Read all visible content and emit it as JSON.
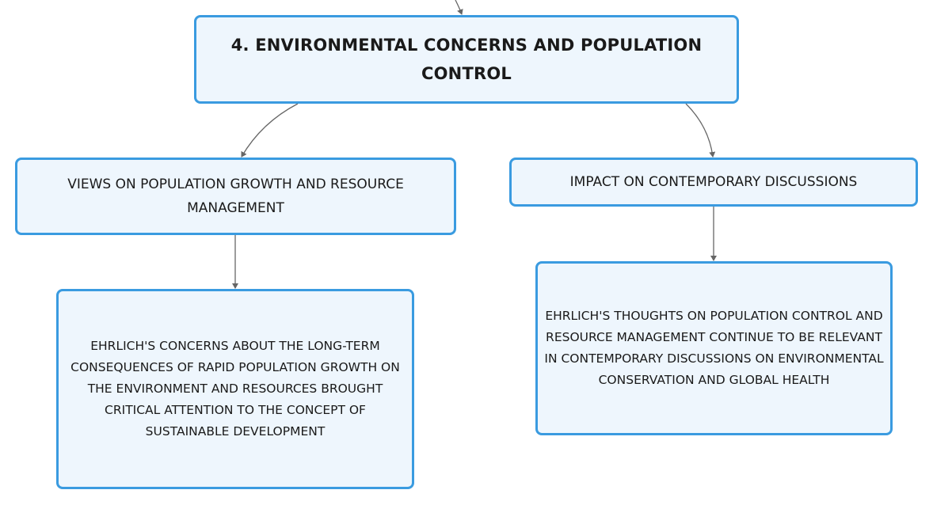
{
  "mindmap": {
    "root": {
      "label": "4. ENVIRONMENTAL CONCERNS AND POPULATION CONTROL"
    },
    "branches": [
      {
        "label": "VIEWS ON POPULATION GROWTH AND RESOURCE MANAGEMENT",
        "child": {
          "label": "EHRLICH'S CONCERNS ABOUT THE LONG-TERM CONSEQUENCES OF RAPID POPULATION GROWTH ON THE ENVIRONMENT AND RESOURCES BROUGHT CRITICAL ATTENTION TO THE CONCEPT OF SUSTAINABLE DEVELOPMENT"
        }
      },
      {
        "label": "IMPACT ON CONTEMPORARY DISCUSSIONS",
        "child": {
          "label": "EHRLICH'S THOUGHTS ON POPULATION CONTROL AND RESOURCE MANAGEMENT CONTINUE TO BE RELEVANT IN CONTEMPORARY DISCUSSIONS ON ENVIRONMENTAL CONSERVATION AND GLOBAL HEALTH"
        }
      }
    ]
  },
  "colors": {
    "node_border": "#3a9be0",
    "node_fill": "#eef6fd",
    "connector": "#666666",
    "text": "#1a1a1a"
  }
}
